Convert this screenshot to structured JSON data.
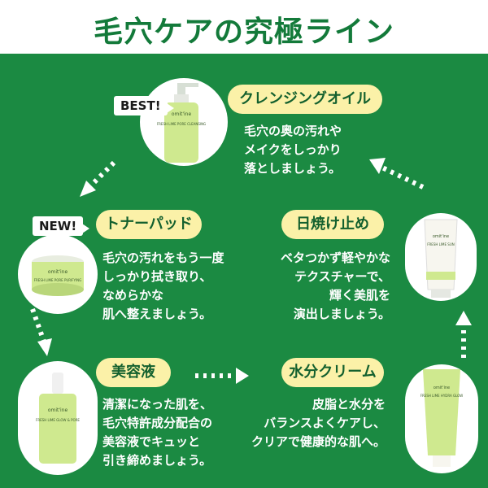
{
  "title": "毛穴ケアの究極ライン",
  "steps": [
    {
      "label": "クレンジングオイル",
      "desc": [
        "毛穴の奥の汚れや",
        "メイクをしっかり",
        "落としましょう。"
      ],
      "badge": "BEST!",
      "product_text": "FRESH LIME PORE CLEANSING"
    },
    {
      "label": "トナーパッド",
      "desc": [
        "毛穴の汚れをもう一度",
        "しっかり拭き取り、",
        "なめらかな",
        "肌へ整えましょう。"
      ],
      "badge": "NEW!",
      "product_text": "FRESH LIME PORE PURIFYING"
    },
    {
      "label": "美容液",
      "desc": [
        "清潔になった肌を、",
        "毛穴特許成分配合の",
        "美容液でキュッと",
        "引き締めましょう。"
      ],
      "product_text": "FRESH LIME GLOW & PORE"
    },
    {
      "label": "水分クリーム",
      "desc": [
        "皮脂と水分を",
        "バランスよくケアし、",
        "クリアで健康的な肌へ。"
      ],
      "product_text": "FRESH LIME HYDRA GLOW"
    },
    {
      "label": "日焼け止め",
      "desc": [
        "ベタつかず軽やかな",
        "テクスチャーで、",
        "輝く美肌を",
        "演出しましょう。"
      ],
      "product_text": "FRESH LIME SUN"
    }
  ],
  "brand": "omit'ine",
  "colors": {
    "bg": "#1b8a42",
    "pill": "#fbf1a8",
    "title": "#137a3a",
    "product": "#cfe98f"
  }
}
